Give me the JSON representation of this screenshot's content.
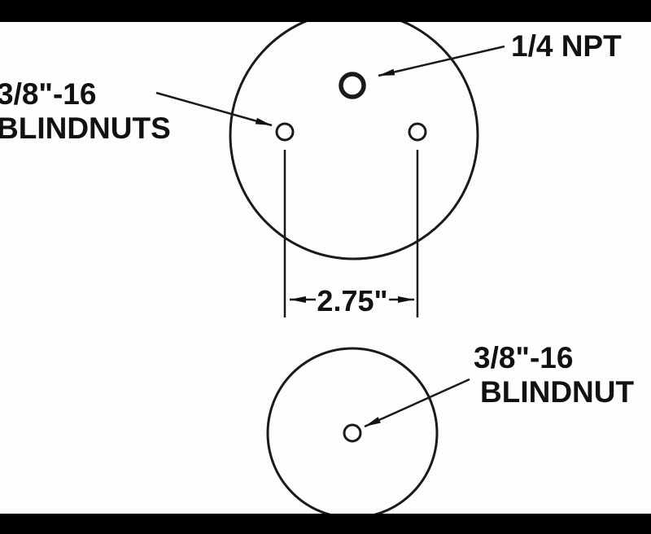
{
  "page": {
    "background_color": "#fdfdfd",
    "letterbox_color": "#000000",
    "line_color": "#1a1a1a"
  },
  "diagram": {
    "description": "Top and bottom plate hole layout drawing",
    "labels": {
      "npt": "1/4 NPT",
      "blindnuts_line1": "3/8\"-16",
      "blindnuts_line2": "BLINDNUTS",
      "dimension": "2.75\"",
      "blindnut_line1": "3/8\"-16",
      "blindnut_line2": "BLINDNUT"
    }
  }
}
